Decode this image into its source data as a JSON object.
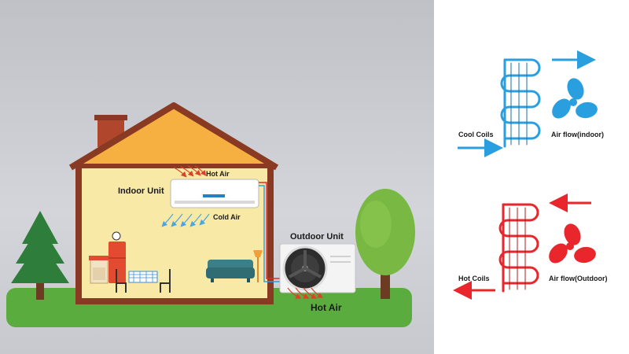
{
  "labels": {
    "indoor_unit": "Indoor Unit",
    "hot_air_top": "Hot Air",
    "cold_air": "Cold Air",
    "outdoor_unit": "Outdoor Unit",
    "hot_air_bottom": "Hot Air",
    "cool_coils": "Cool Coils",
    "air_flow_indoor": "Air flow(indoor)",
    "hot_coils": "Hot Coils",
    "air_flow_outdoor": "Air flow(Outdoor)"
  },
  "colors": {
    "background_left": "#c9cbd1",
    "roof": "#f6b042",
    "wall": "#f8eaa6",
    "frame": "#8a3a22",
    "grass": "#5aac3f",
    "tree_dark": "#2f7d3a",
    "tree_light": "#78b843",
    "cool": "#2a9fe0",
    "hot": "#e8262b",
    "hot_arrow_small": "#d9432a"
  }
}
